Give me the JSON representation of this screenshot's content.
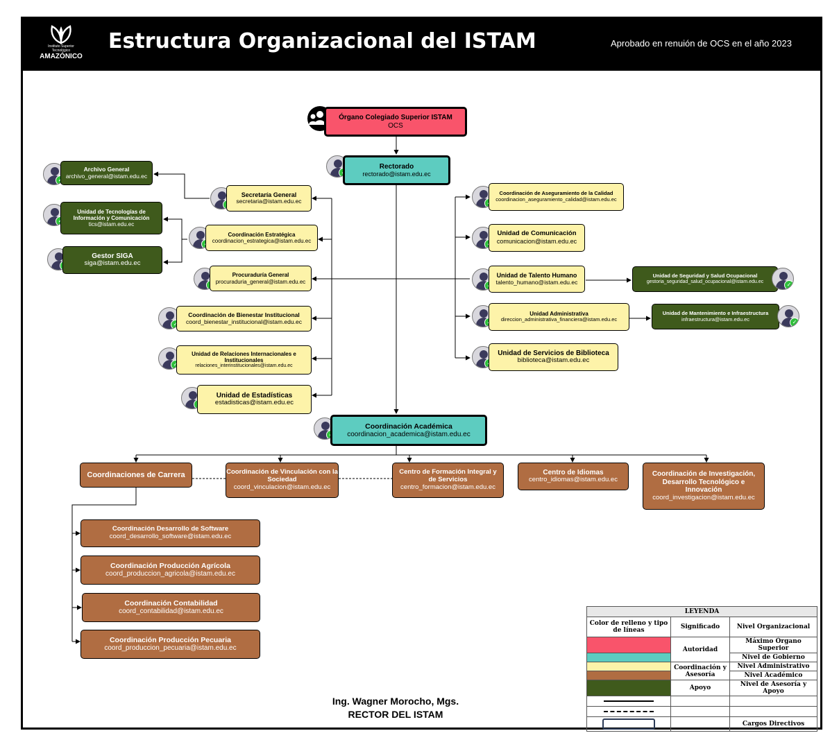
{
  "header": {
    "logo_small": "Instituto Superior Tecnológico",
    "logo_big": "AMAZÓNICO",
    "title": "Estructura Organizacional del ISTAM",
    "subtitle": "Aprobado en renuión de OCS en el año 2023"
  },
  "ocs": {
    "title": "Órgano Colegiado Superior ISTAM",
    "sub": "OCS"
  },
  "rectorado": {
    "title": "Rectorado",
    "email": "rectorado@istam.edu.ec"
  },
  "left_green": [
    {
      "title": "Archivo General",
      "email": "archivo_general@istam.edu.ec"
    },
    {
      "title": "Unidad de Tecnologías de Información y Comunicación",
      "email": "tics@istam.edu.ec"
    },
    {
      "title": "Gestor SIGA",
      "email": "siga@istam.edu.ec"
    }
  ],
  "left_yellow": [
    {
      "title": "Secretaría General",
      "email": "secretaria@istam.edu.ec"
    },
    {
      "title": "Coordinación Estratégica",
      "email": "coordinacion_estrategica@istam.edu.ec"
    },
    {
      "title": "Procuraduría General",
      "email": "procuraduria_general@istam.edu.ec"
    },
    {
      "title": "Coordinación de Bienestar Institucional",
      "email": "coord_bienestar_institucional@istam.edu.ec"
    },
    {
      "title": "Unidad de Relaciones Internacionales e Institucionales",
      "email": "relaciones_interinstitucionales@istam.edu.ec"
    },
    {
      "title": "Unidad de Estadísticas",
      "email": "estadisticas@istam.edu.ec"
    }
  ],
  "right_yellow": [
    {
      "title": "Coordinación de Aseguramiento de la Calidad",
      "email": "coordinacion_aseguramiento_calidad@istam.edu.ec"
    },
    {
      "title": "Unidad de Comunicación",
      "email": "comunicacion@istam.edu.ec"
    },
    {
      "title": "Unidad de Talento Humano",
      "email": "talento_humano@istam.edu.ec"
    },
    {
      "title": "Unidad Administrativa",
      "email": "direccion_administrativa_financiera@istam.edu.ec"
    },
    {
      "title": "Unidad de Servicios de Biblioteca",
      "email": "biblioteca@istam.edu.ec"
    }
  ],
  "right_green": [
    {
      "title": "Unidad de Seguridad y Salud Ocupacional",
      "email": "gestoria_seguridad_salud_ocupacional@istam.edu.ec"
    },
    {
      "title": "Unidad de Mantenimiento e Infraestructura",
      "email": "infraestructura@istam.edu.ec"
    }
  ],
  "academica": {
    "title": "Coordinación Académica",
    "email": "coordinacion_academica@istam.edu.ec"
  },
  "academic_units": [
    {
      "title": "Coordinaciones de Carrera",
      "email": ""
    },
    {
      "title": "Coordinación de Vinculación con la Sociedad",
      "email": "coord_vinculacion@istam.edu.ec"
    },
    {
      "title": "Centro de Formación Integral y de Servicios",
      "email": "centro_formacion@istam.edu.ec"
    },
    {
      "title": "Centro de Idiomas",
      "email": "centro_idiomas@istam.edu.ec"
    },
    {
      "title": "Coordinación de Investigación, Desarrollo Tecnológico e Innovación",
      "email": "coord_investigacion@istam.edu.ec"
    }
  ],
  "careers": [
    {
      "title": "Coordinación Desarrollo de Software",
      "email": "coord_desarrollo_software@istam.edu.ec"
    },
    {
      "title": "Coordinación Producción Agrícola",
      "email": "coord_produccion_agricola@istam.edu.ec"
    },
    {
      "title": "Coordinación Contabilidad",
      "email": "coord_contabilidad@istam.edu.ec"
    },
    {
      "title": "Coordinación Producción Pecuaria",
      "email": "coord_produccion_pecuaria@istam.edu.ec"
    }
  ],
  "signature": {
    "name": "Ing. Wagner Morocho, Mgs.",
    "role": "RECTOR DEL ISTAM"
  },
  "legend": {
    "title": "LEYENDA",
    "col1": "Color de relleno y tipo de líneas",
    "col2": "Significado",
    "col3": "Nivel Organizacional",
    "rows": [
      {
        "color": "#f9546b",
        "meaning": "Autoridad",
        "level": "Máximo Órgano Superior"
      },
      {
        "color": "#5dccc0",
        "meaning": "",
        "level": "Nivel de Gobierno"
      },
      {
        "color": "#fdf3a9",
        "meaning": "Coordinación y Asesoría",
        "level": "Nivel Administrativo"
      },
      {
        "color": "#b06d42",
        "meaning": "",
        "level": "Nivel Académico"
      },
      {
        "color": "#3f5a1c",
        "meaning": "Apoyo",
        "level": "Nivel de Asesoría y Apoyo"
      }
    ],
    "directive_label": "Cargos Directivos"
  }
}
